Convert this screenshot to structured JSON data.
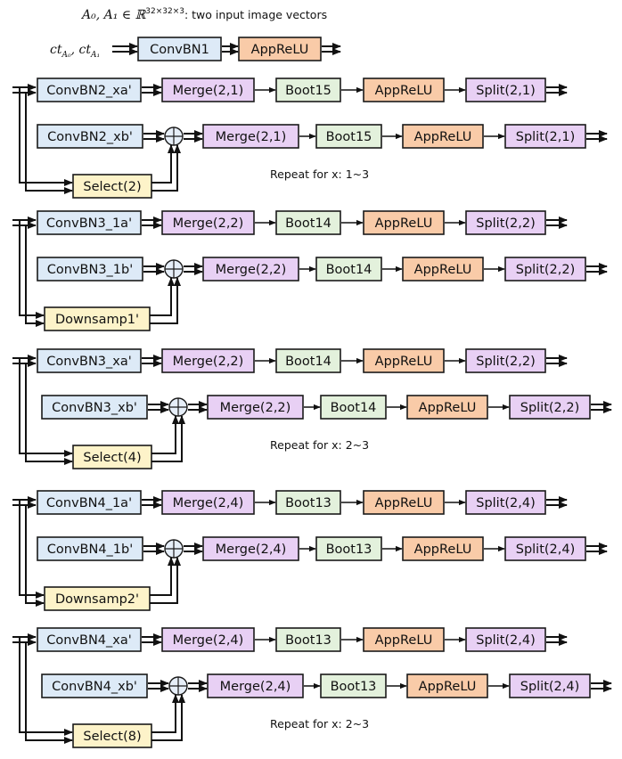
{
  "header": {
    "math": "A₀, A₁ ∈ ℝ",
    "superscript": "32×32×3",
    "caption": ": two input image vectors"
  },
  "input_row": {
    "input_label": "ct",
    "input_sub_a": "A₀",
    "input_sub_b": "A₁",
    "boxes": [
      {
        "label": "ConvBN1",
        "kind": "conv"
      },
      {
        "label": "AppReLU",
        "kind": "relu"
      }
    ]
  },
  "colors": {
    "conv": "#ddeaf7",
    "merge": "#e8d0f4",
    "boot": "#e3f1dc",
    "relu": "#f9cba8",
    "split": "#e8d0f4",
    "side": "#fdf3c9",
    "stroke": "#1a1a1a"
  },
  "blocks": [
    {
      "top": {
        "conv": "ConvBN2_xa'",
        "merge": "Merge(2,1)",
        "boot": "Boot15",
        "relu": "AppReLU",
        "split": "Split(2,1)"
      },
      "bottom": {
        "conv": "ConvBN2_xb'",
        "merge": "Merge(2,1)",
        "boot": "Boot15",
        "relu": "AppReLU",
        "split": "Split(2,1)"
      },
      "side": "Select(2)",
      "repeat": "Repeat for x: 1~3"
    },
    {
      "top": {
        "conv": "ConvBN3_1a'",
        "merge": "Merge(2,2)",
        "boot": "Boot14",
        "relu": "AppReLU",
        "split": "Split(2,2)"
      },
      "bottom": {
        "conv": "ConvBN3_1b'",
        "merge": "Merge(2,2)",
        "boot": "Boot14",
        "relu": "AppReLU",
        "split": "Split(2,2)"
      },
      "side": "Downsamp1'",
      "repeat": ""
    },
    {
      "top": {
        "conv": "ConvBN3_xa'",
        "merge": "Merge(2,2)",
        "boot": "Boot14",
        "relu": "AppReLU",
        "split": "Split(2,2)"
      },
      "bottom": {
        "conv": "ConvBN3_xb'",
        "merge": "Merge(2,2)",
        "boot": "Boot14",
        "relu": "AppReLU",
        "split": "Split(2,2)"
      },
      "side": "Select(4)",
      "repeat": "Repeat for x: 2~3"
    },
    {
      "top": {
        "conv": "ConvBN4_1a'",
        "merge": "Merge(2,4)",
        "boot": "Boot13",
        "relu": "AppReLU",
        "split": "Split(2,4)"
      },
      "bottom": {
        "conv": "ConvBN4_1b'",
        "merge": "Merge(2,4)",
        "boot": "Boot13",
        "relu": "AppReLU",
        "split": "Split(2,4)"
      },
      "side": "Downsamp2'",
      "repeat": ""
    },
    {
      "top": {
        "conv": "ConvBN4_xa'",
        "merge": "Merge(2,4)",
        "boot": "Boot13",
        "relu": "AppReLU",
        "split": "Split(2,4)"
      },
      "bottom": {
        "conv": "ConvBN4_xb'",
        "merge": "Merge(2,4)",
        "boot": "Boot13",
        "relu": "AppReLU",
        "split": "Split(2,4)"
      },
      "side": "Select(8)",
      "repeat": "Repeat for x: 2~3"
    }
  ]
}
